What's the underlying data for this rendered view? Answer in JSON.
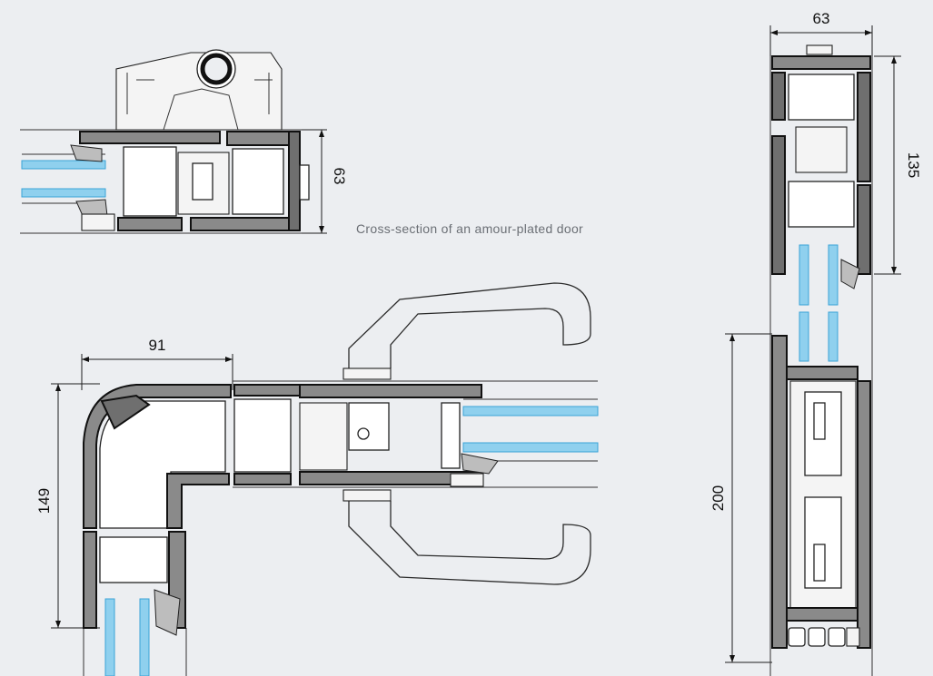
{
  "caption": "Cross-section of an amour-plated door",
  "dimensions": {
    "top_section_height": "63",
    "corner_width": "91",
    "corner_height": "149",
    "vertical_width": "63",
    "vertical_upper_height": "135",
    "vertical_lower_height": "200"
  },
  "colors": {
    "background": "#eceef1",
    "glass": "#8fd0ee",
    "profile": "#8a8a8a"
  }
}
